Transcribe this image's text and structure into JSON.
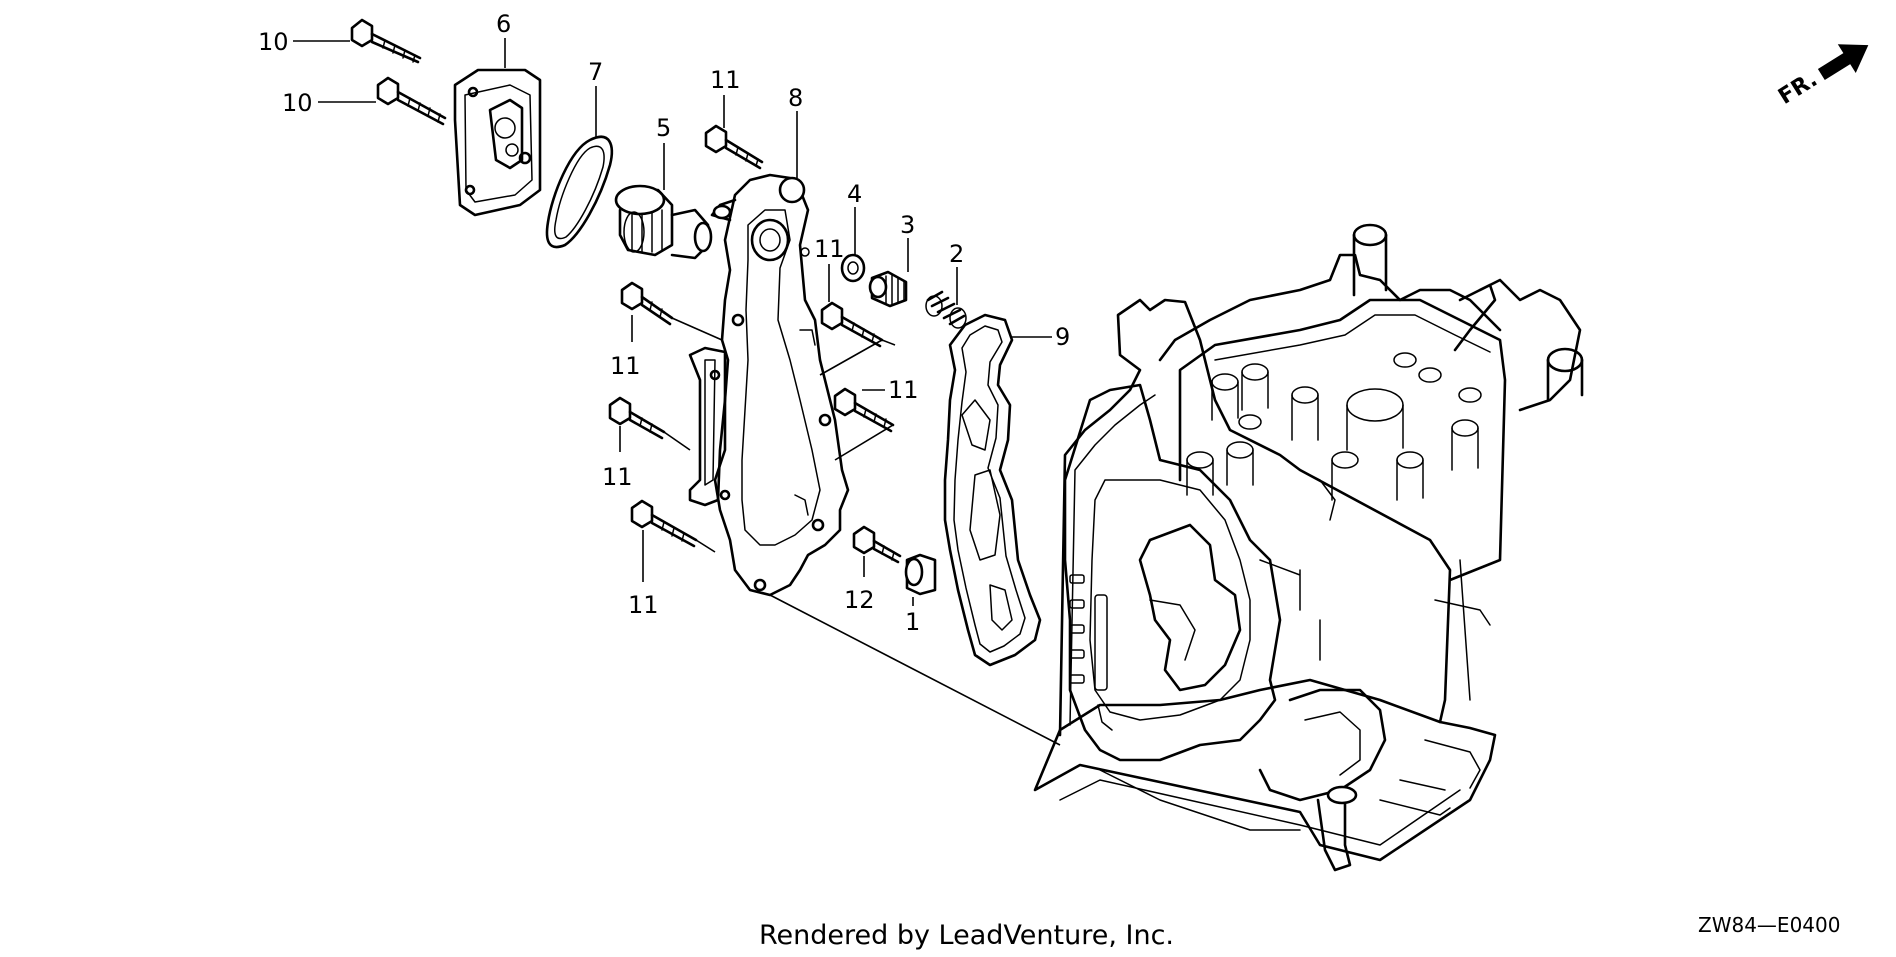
{
  "diagram": {
    "callouts": {
      "c1": "1",
      "c2": "2",
      "c3": "3",
      "c4": "4",
      "c5": "5",
      "c6": "6",
      "c7": "7",
      "c8": "8",
      "c9": "9",
      "c10a": "10",
      "c10b": "10",
      "c11a": "11",
      "c11b": "11",
      "c11c": "11",
      "c11d": "11",
      "c11e": "11",
      "c11f": "11",
      "c12": "12"
    },
    "direction_marker": "FR.",
    "credit": "Rendered by LeadVenture, Inc.",
    "diagram_code": "ZW84—E0400"
  }
}
